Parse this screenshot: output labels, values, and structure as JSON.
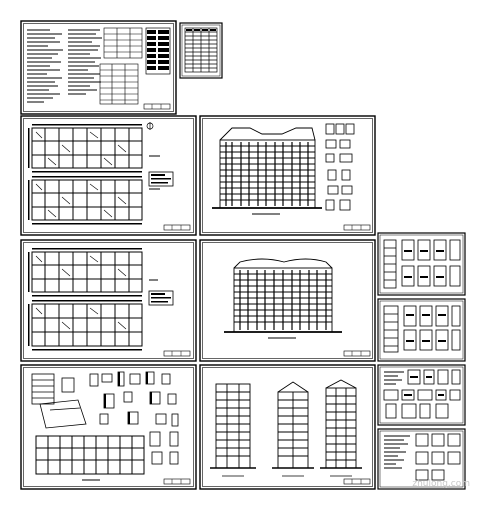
{
  "sheet_set": {
    "sheets": [
      {
        "id": "design-notes",
        "kind": "notes"
      },
      {
        "id": "door-window-schedule",
        "kind": "schedule"
      },
      {
        "id": "floor-plan-1",
        "kind": "plan"
      },
      {
        "id": "elevation-front",
        "kind": "elevation"
      },
      {
        "id": "floor-plan-2",
        "kind": "plan"
      },
      {
        "id": "elevation-rear",
        "kind": "elevation"
      },
      {
        "id": "site-and-details",
        "kind": "details"
      },
      {
        "id": "side-elevations",
        "kind": "elevation"
      },
      {
        "id": "detail-sheet-1",
        "kind": "details"
      },
      {
        "id": "detail-sheet-2",
        "kind": "details"
      },
      {
        "id": "detail-sheet-3",
        "kind": "details"
      },
      {
        "id": "detail-sheet-4",
        "kind": "details"
      }
    ]
  },
  "watermark": {
    "text": "zhulong.com"
  },
  "colors": {
    "ink": "#000000",
    "paper": "#ffffff",
    "watermark": "#c8c8c8"
  }
}
